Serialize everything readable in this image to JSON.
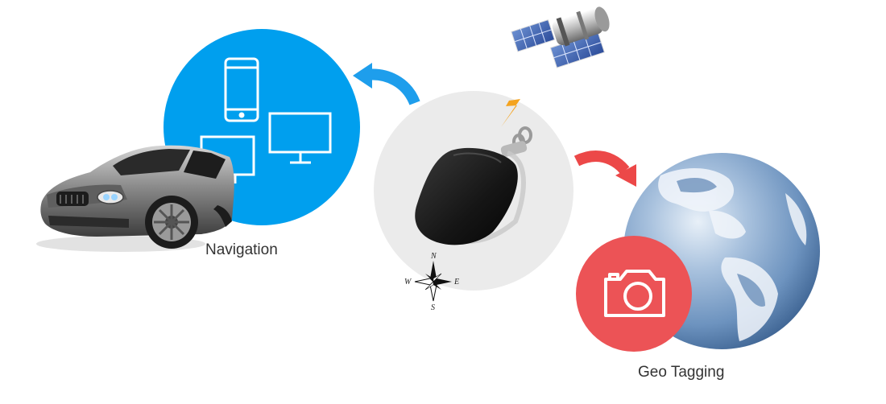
{
  "labels": {
    "navigation": "Navigation",
    "geo_tagging": "Geo Tagging"
  },
  "compass": {
    "north": "N",
    "south": "S",
    "east": "E",
    "west": "W"
  },
  "colors": {
    "navigation_circle": "#009fee",
    "device_circle": "#ebebeb",
    "camera_circle": "#ec5356",
    "arrow_blue": "#1e9eec",
    "arrow_red": "#ec4848",
    "lightning": "#f4a31f",
    "globe": "#6d93bf"
  },
  "icons": {
    "navigation_devices": [
      "smartphone-icon",
      "tablet-icon",
      "monitor-icon"
    ],
    "geo_tagging": "camera-icon",
    "satellite": "satellite-icon",
    "signal": "lightning-icon",
    "direction": "compass-rose-icon"
  }
}
